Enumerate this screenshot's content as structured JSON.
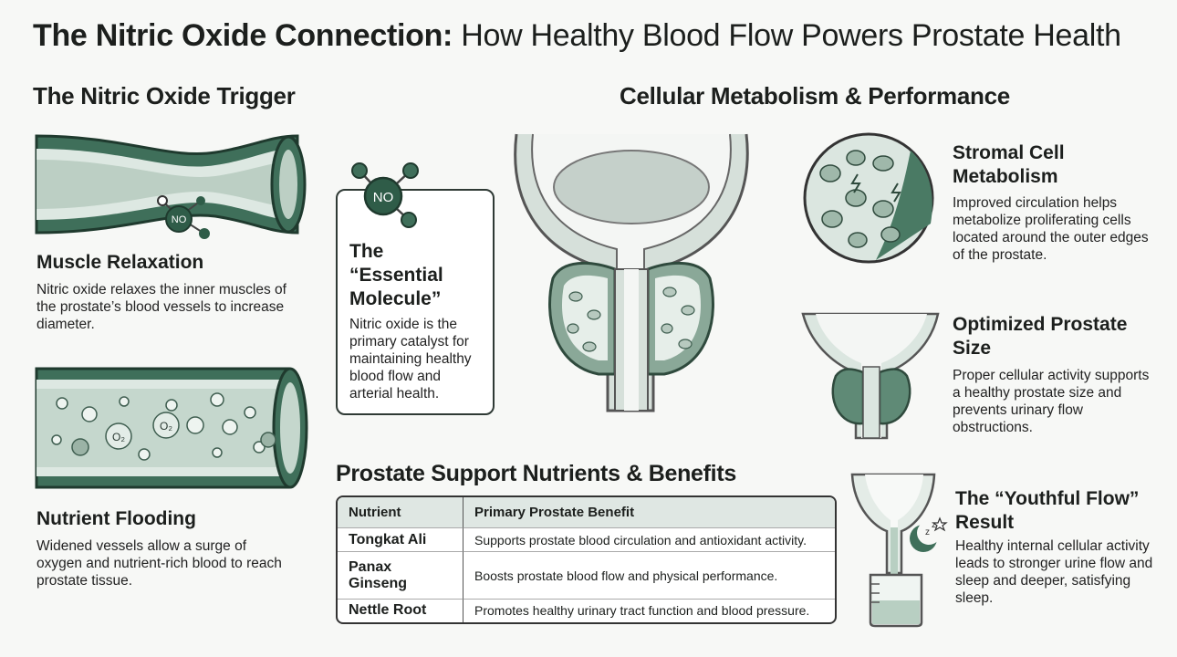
{
  "title": {
    "bold": "The Nitric Oxide Connection:",
    "rest": " How Healthy Blood Flow Powers Prostate Health"
  },
  "left": {
    "heading": "The Nitric Oxide Trigger",
    "muscle": {
      "title": "Muscle Relaxation",
      "text": "Nitric oxide relaxes the inner muscles of the prostate’s blood vessels to increase diameter."
    },
    "flooding": {
      "title": "Nutrient Flooding",
      "text": "Widened vessels allow a surge of oxygen and nutrient-rich blood to reach prostate tissue."
    },
    "no_label": "NO",
    "o2_label": "O₂"
  },
  "molecule": {
    "no_label": "NO",
    "title_line1": "The",
    "title_line2": "“Essential",
    "title_line3": "Molecule”",
    "text": "Nitric oxide is the primary catalyst for maintaining healthy blood flow and arterial health."
  },
  "right": {
    "heading": "Cellular Metabolism & Performance",
    "stromal": {
      "title": "Stromal Cell Metabolism",
      "text": "Improved circulation helps metabolize proliferating cells located around the outer edges of the prostate."
    },
    "size": {
      "title": "Optimized Prostate Size",
      "text": "Proper cellular activity supports a healthy prostate size and prevents urinary flow obstructions."
    },
    "flow": {
      "title": "The “Youthful Flow” Result",
      "text": "Healthy internal cellular activity leads to stronger urine flow and sleep and deeper, satisfying sleep."
    }
  },
  "nutrients": {
    "heading": "Prostate Support Nutrients & Benefits",
    "columns": [
      "Nutrient",
      "Primary Prostate Benefit"
    ],
    "rows": [
      {
        "nutrient": "Tongkat Ali",
        "benefit": "Supports prostate blood circulation and antioxidant activity."
      },
      {
        "nutrient": "Panax Ginseng",
        "benefit": "Boosts prostate blood flow and physical performance."
      },
      {
        "nutrient": "Nettle Root",
        "benefit": "Promotes healthy urinary tract function and blood pressure."
      }
    ]
  },
  "colors": {
    "primary": "#3f6f5a",
    "light": "#cfe0d6",
    "accent": "#2f5c48"
  }
}
